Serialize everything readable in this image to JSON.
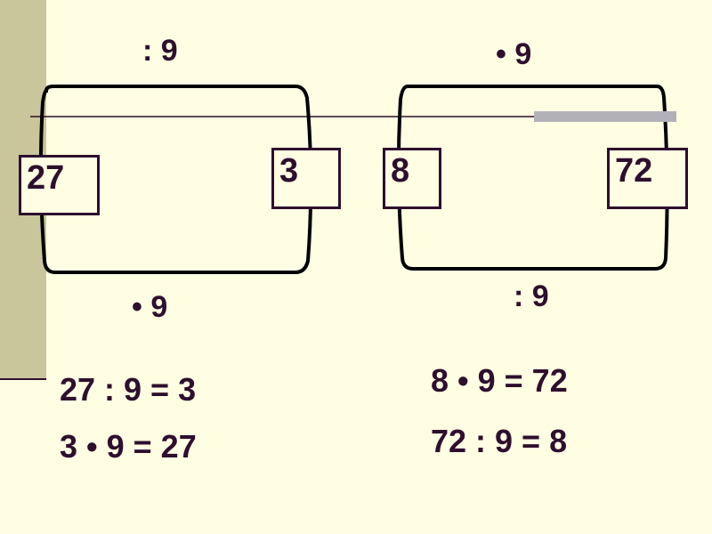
{
  "diagram": {
    "left": {
      "top_operator": ": 9",
      "bottom_operator": "• 9",
      "left_value": "27",
      "right_value": "3"
    },
    "right": {
      "top_operator": "• 9",
      "bottom_operator": ": 9",
      "left_value": "8",
      "right_value": "72"
    }
  },
  "equations": {
    "left": [
      "27 : 9 = 3",
      "3 • 9 = 27"
    ],
    "right": [
      "8 • 9 = 72",
      "72 : 9 = 8"
    ]
  },
  "colors": {
    "background": "#fffee3",
    "text": "#2e0f2e",
    "sidebar": "#c8c69a",
    "gray_bar": "#b3b1b8"
  }
}
